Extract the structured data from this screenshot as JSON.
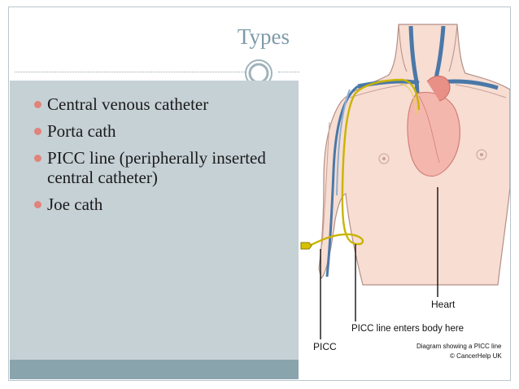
{
  "slide": {
    "title": "Types",
    "bullets": [
      "Central venous catheter",
      "Porta cath",
      "PICC line (peripherally inserted central catheter)",
      "Joe cath"
    ]
  },
  "diagram": {
    "labels": {
      "heart": "Heart",
      "picc_enters": "PICC line enters body here",
      "picc": "PICC"
    },
    "caption_line1": "Diagram showing a PICC line",
    "caption_line2": "© CancerHelp UK"
  },
  "colors": {
    "title": "#7e9ba8",
    "content_panel": "#c6d1d6",
    "footer_band": "#8aa4ae",
    "bullet": "#e0837b",
    "skin": "#f7ddd2",
    "heart": "#f4b7ae",
    "vein": "#4a78a8",
    "catheter": "#c9b400"
  }
}
